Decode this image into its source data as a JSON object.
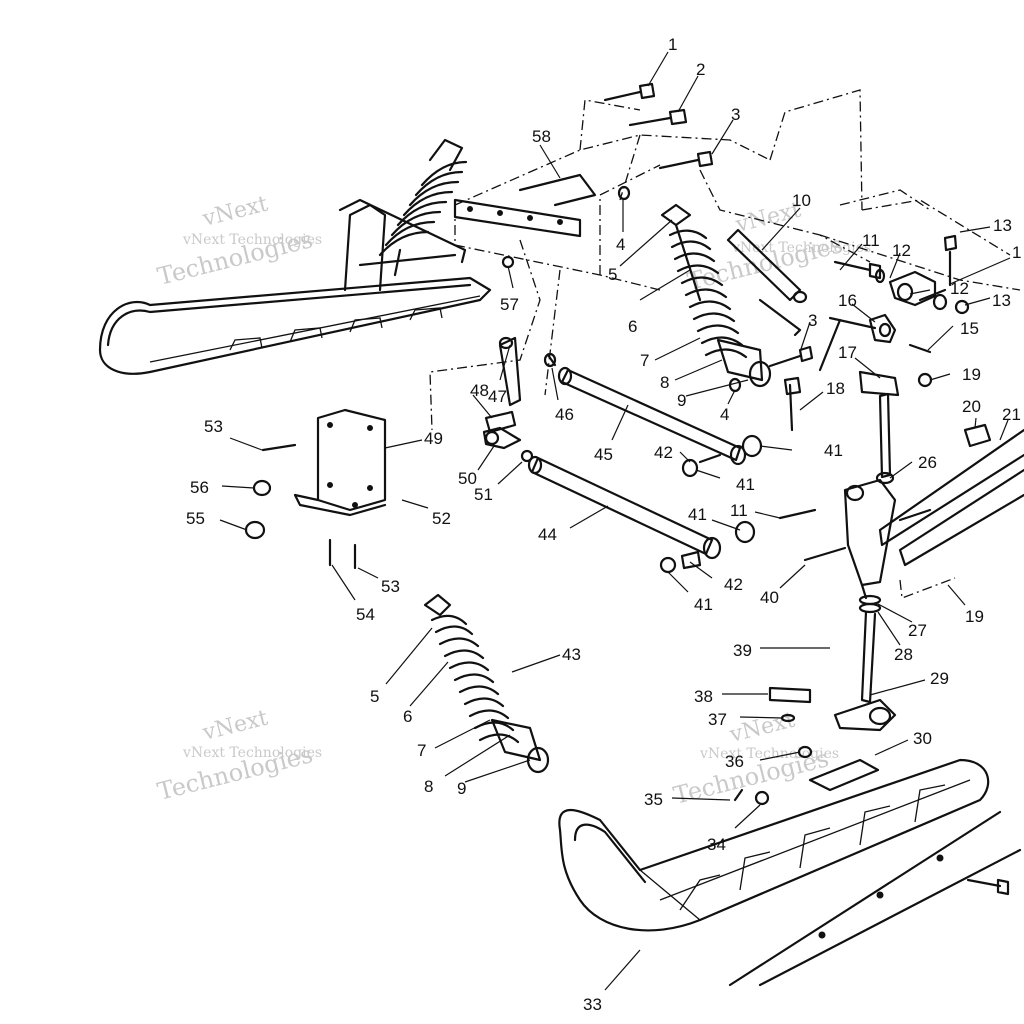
{
  "watermarks": [
    {
      "line1": "vNext",
      "line2": "vNext Technologies",
      "line3": "Technologies"
    },
    {
      "line1": "vNext",
      "line2": "vNext Technologies",
      "line3": "Technologies"
    },
    {
      "line1": "vNext",
      "line2": "vNext Technologies",
      "line3": "Technologies"
    },
    {
      "line1": "vNext",
      "line2": "vNext Technologies",
      "line3": "Technologies"
    }
  ],
  "callouts": [
    {
      "label": "1"
    },
    {
      "label": "2"
    },
    {
      "label": "3"
    },
    {
      "label": "58"
    },
    {
      "label": "4"
    },
    {
      "label": "10"
    },
    {
      "label": "13"
    },
    {
      "label": "1"
    },
    {
      "label": "11"
    },
    {
      "label": "12"
    },
    {
      "label": "12"
    },
    {
      "label": "13"
    },
    {
      "label": "5"
    },
    {
      "label": "16"
    },
    {
      "label": "15"
    },
    {
      "label": "6"
    },
    {
      "label": "3"
    },
    {
      "label": "57"
    },
    {
      "label": "7"
    },
    {
      "label": "17"
    },
    {
      "label": "19"
    },
    {
      "label": "8"
    },
    {
      "label": "47"
    },
    {
      "label": "18"
    },
    {
      "label": "9"
    },
    {
      "label": "4"
    },
    {
      "label": "48"
    },
    {
      "label": "46"
    },
    {
      "label": "20"
    },
    {
      "label": "21"
    },
    {
      "label": "53"
    },
    {
      "label": "49"
    },
    {
      "label": "45"
    },
    {
      "label": "42"
    },
    {
      "label": "41"
    },
    {
      "label": "26"
    },
    {
      "label": "56"
    },
    {
      "label": "50"
    },
    {
      "label": "51"
    },
    {
      "label": "41"
    },
    {
      "label": "52"
    },
    {
      "label": "11"
    },
    {
      "label": "41"
    },
    {
      "label": "55"
    },
    {
      "label": "44"
    },
    {
      "label": "42"
    },
    {
      "label": "40"
    },
    {
      "label": "41"
    },
    {
      "label": "53"
    },
    {
      "label": "19"
    },
    {
      "label": "54"
    },
    {
      "label": "27"
    },
    {
      "label": "28"
    },
    {
      "label": "39"
    },
    {
      "label": "43"
    },
    {
      "label": "29"
    },
    {
      "label": "5"
    },
    {
      "label": "38"
    },
    {
      "label": "6"
    },
    {
      "label": "37"
    },
    {
      "label": "30"
    },
    {
      "label": "7"
    },
    {
      "label": "36"
    },
    {
      "label": "8"
    },
    {
      "label": "9"
    },
    {
      "label": "35"
    },
    {
      "label": "34"
    },
    {
      "label": "33"
    }
  ]
}
